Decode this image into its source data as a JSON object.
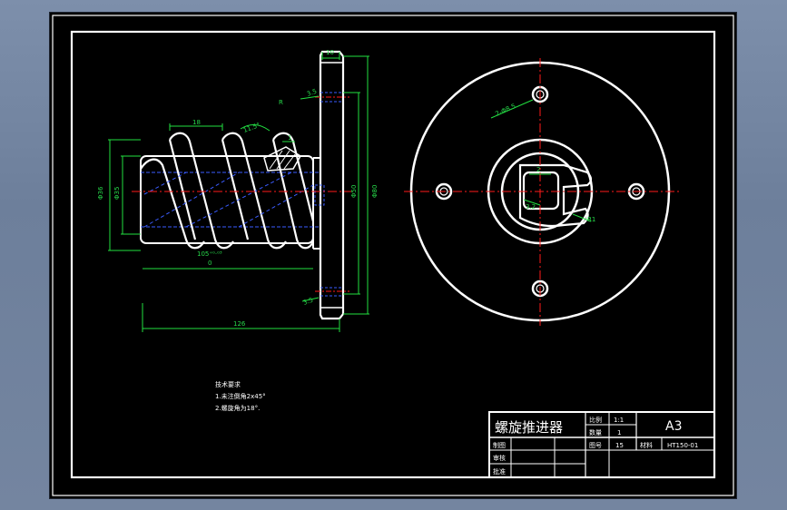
{
  "colors": {
    "background": "#000000",
    "outline": "#ffffff",
    "dimension": "#22e040",
    "centerline": "#ff1a1a",
    "hidden_line": "#3a5cff",
    "window_backdrop": "#7d8fab"
  },
  "drawing": {
    "front_view": {
      "dimensions": {
        "flange_thickness": "10",
        "pitch": "18",
        "angle": "11.5°",
        "groove_radius": "R",
        "slot_label": "1",
        "chamfer": "3.5",
        "flange_diameter": "Φ50",
        "hub_diameter": "Φ80",
        "root_diameter": "Φ35",
        "outer_diameter": "Φ36",
        "bore_fit": "105⁺⁰·⁰³",
        "bore_fit_lower": "0",
        "edge_chamfer": "3.5",
        "overall_length": "126"
      }
    },
    "side_view": {
      "dimensions": {
        "hole_diameter": "2-Φ8.5",
        "key_width": "2",
        "key_depth": "3.2",
        "keyway_radius": "R1"
      }
    }
  },
  "notes": {
    "title": "技术要求",
    "line1": "1.未注倒角2x45°",
    "line2": "2.螺旋角为18°."
  },
  "title_block": {
    "part_name": "螺旋推进器",
    "scale_label": "比例",
    "scale_value": "1:1",
    "quantity_label": "数量",
    "quantity_value": "1",
    "sheet_size": "A3",
    "drawn_label": "制图",
    "drawing_no_label": "图号",
    "drawing_no_value": "15",
    "material_label": "材料",
    "material_value": "HT150-01",
    "checked_label": "审核",
    "approved_label": "批准"
  }
}
